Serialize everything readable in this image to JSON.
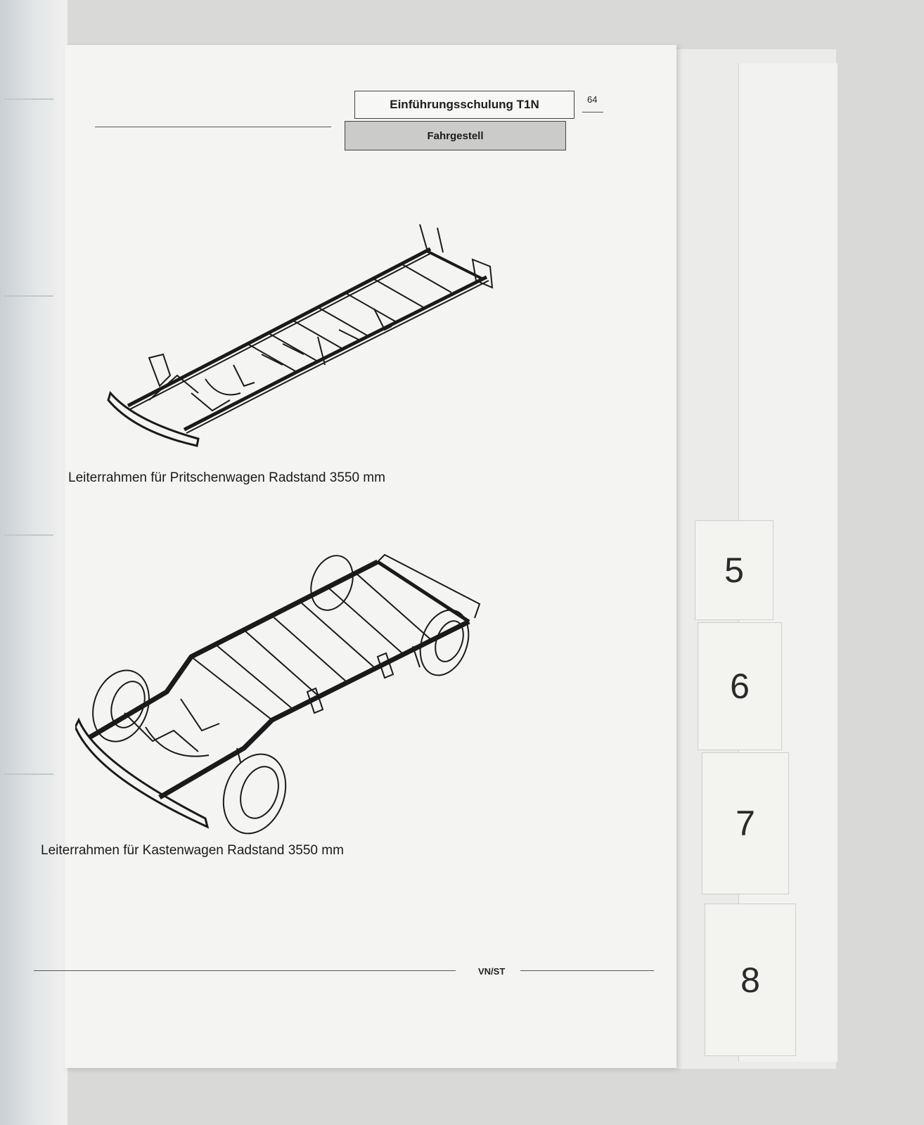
{
  "header": {
    "title": "Einführungsschulung T1N",
    "section": "Fahrgestell",
    "page_number": "64"
  },
  "figures": [
    {
      "caption": "Leiterrahmen für Pritschenwagen Radstand 3550 mm"
    },
    {
      "caption": "Leiterrahmen für Kastenwagen Radstand 3550 mm"
    }
  ],
  "footer": {
    "text": "VN/ST"
  },
  "tabs": [
    {
      "label": "5"
    },
    {
      "label": "6"
    },
    {
      "label": "7"
    },
    {
      "label": "8"
    }
  ]
}
